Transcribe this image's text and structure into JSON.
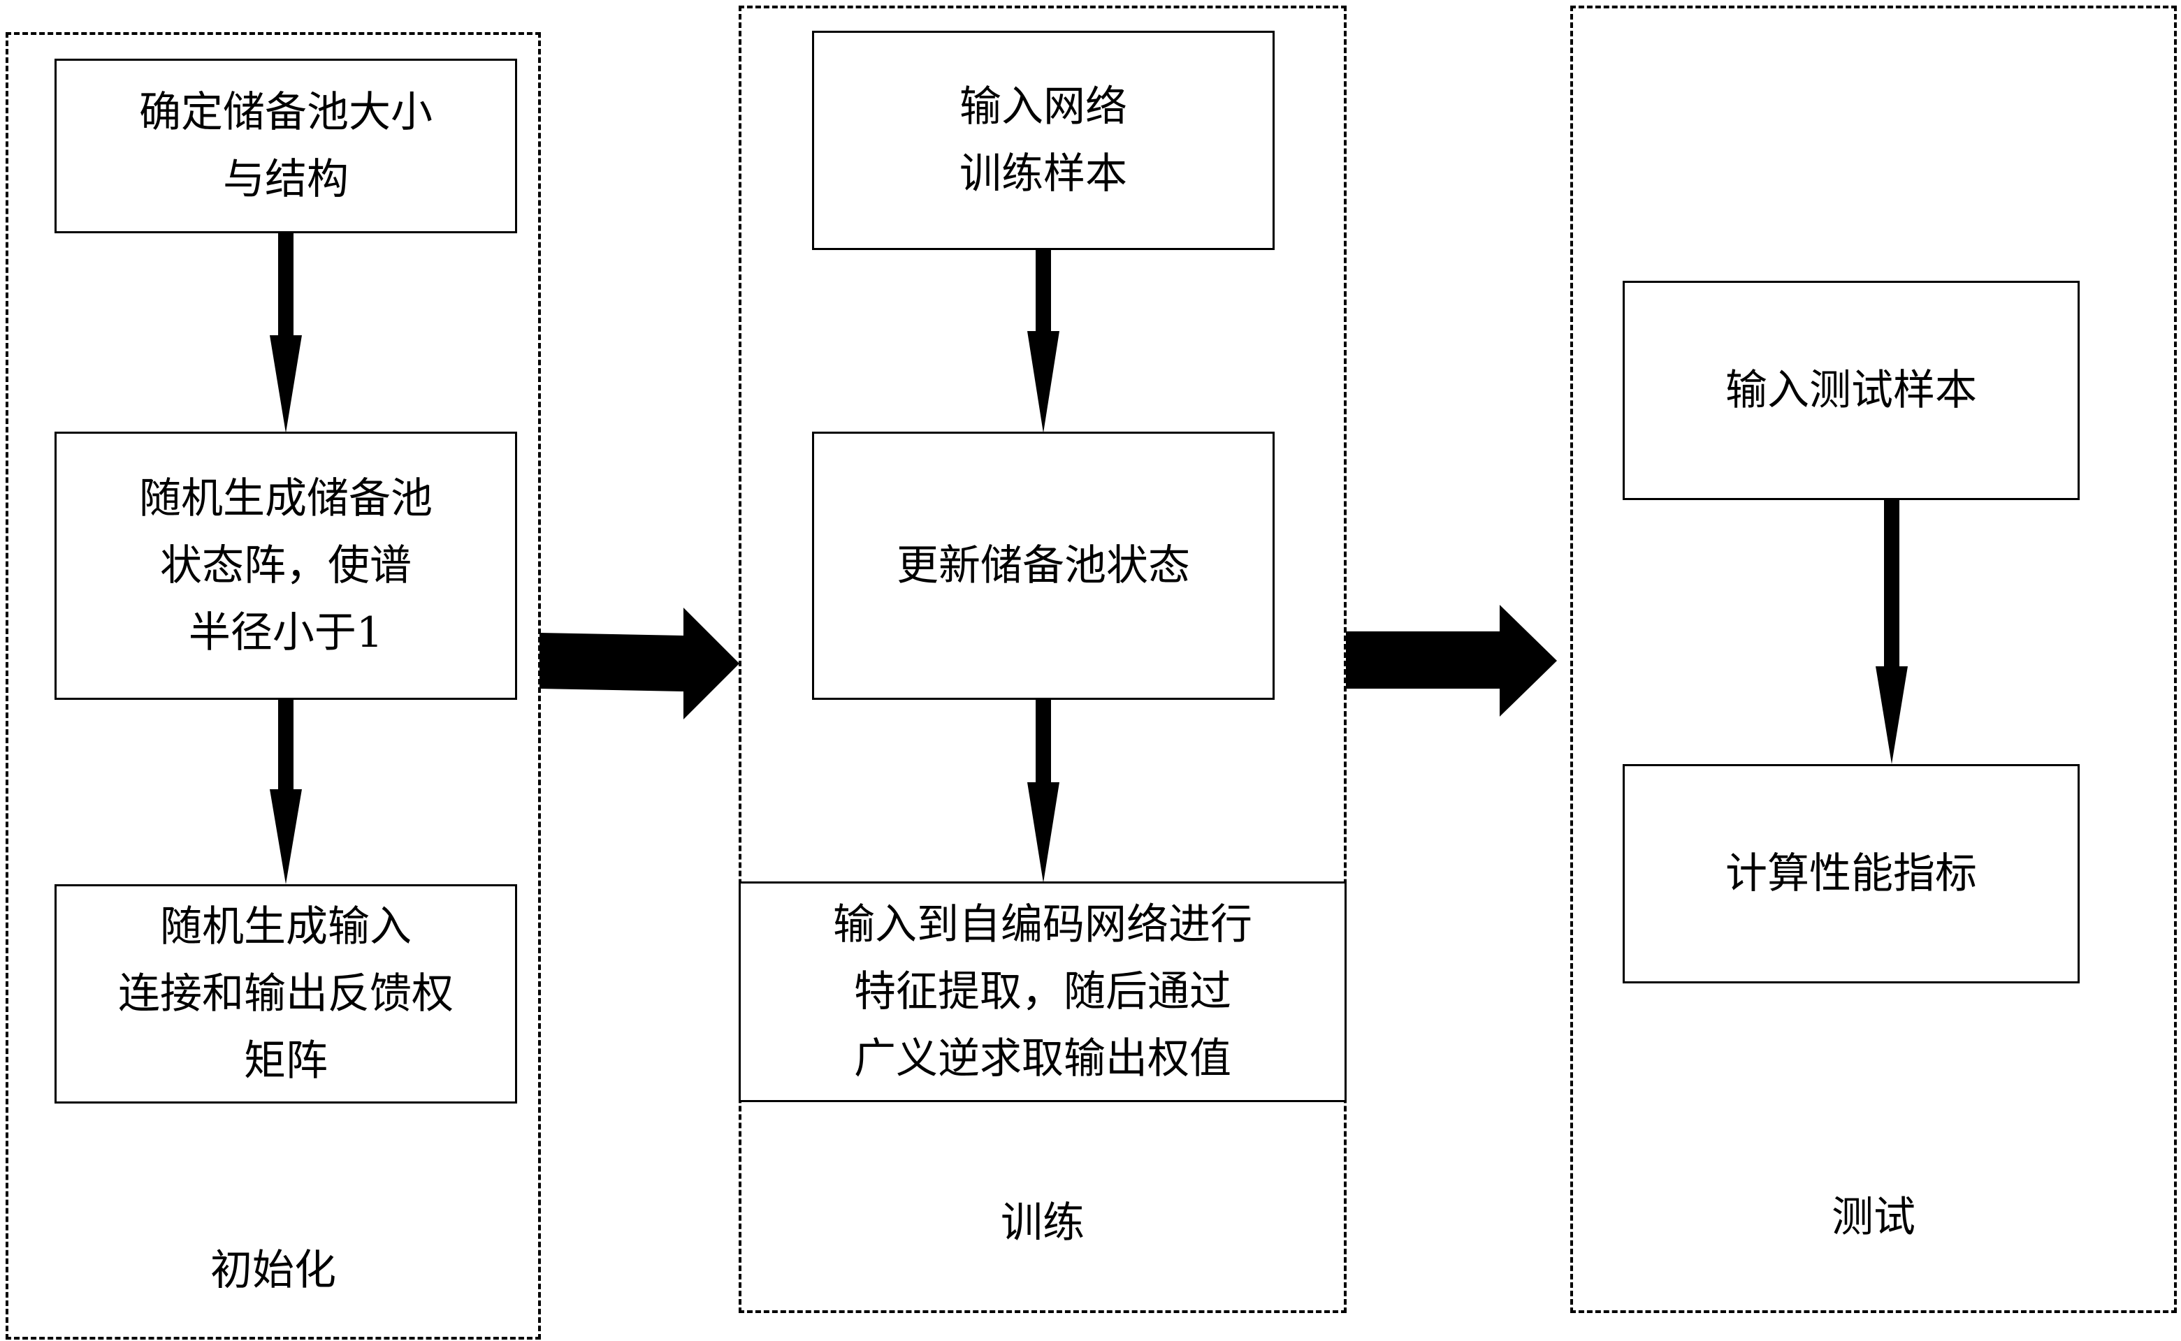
{
  "stages": {
    "init": {
      "label": "初始化",
      "boxes": [
        {
          "lines": [
            "确定储备池大小",
            "与结构"
          ]
        },
        {
          "lines": [
            "随机生成储备池",
            "状态阵，使谱",
            "半径小于1"
          ]
        },
        {
          "lines": [
            "随机生成输入",
            "连接和输出反馈权",
            "矩阵"
          ]
        }
      ]
    },
    "train": {
      "label": "训练",
      "boxes": [
        {
          "lines": [
            "输入网络",
            "训练样本"
          ]
        },
        {
          "lines": [
            "更新储备池状态"
          ]
        },
        {
          "lines": [
            "输入到自编码网络进行",
            "特征提取，随后通过",
            "广义逆求取输出权值"
          ]
        }
      ]
    },
    "test": {
      "label": "测试",
      "boxes": [
        {
          "lines": [
            "输入测试样本"
          ]
        },
        {
          "lines": [
            "计算性能指标"
          ]
        }
      ]
    }
  }
}
